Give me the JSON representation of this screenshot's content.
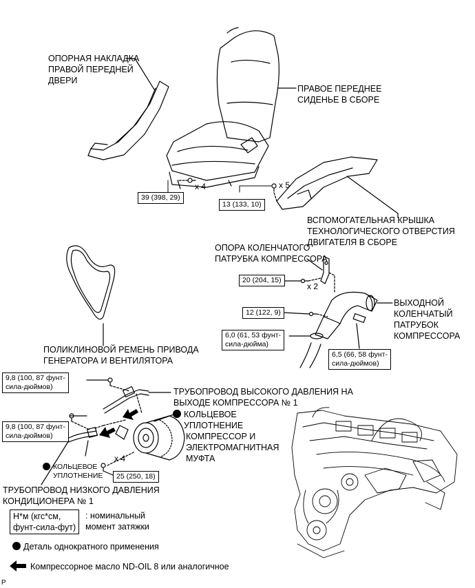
{
  "labels": {
    "door_scuff": "ОПОРНАЯ НАКЛАДКА\nПРАВОЙ ПЕРЕДНЕЙ\nДВЕРИ",
    "seat": "ПРАВОЕ ПЕРЕДНЕЕ\nСИДЕНЬЕ В СБОРЕ",
    "service_cover": "ВСПОМОГАТЕЛЬНАЯ КРЫШКА\nТЕХНОЛОГИЧЕСКОГО ОТВЕРСТИЯ\nДВИГАТЕЛЯ В СБОРЕ",
    "bracket": "ОПОРА КОЛЕНЧАТОГО\nПАТРУБКА КОМПРЕССОРА",
    "outlet_pipe": "ВЫХОДНОЙ\nКОЛЕНЧАТЫЙ\nПАТРУБОК\nКОМПРЕССОРА",
    "belt": "ПОЛИКЛИНОВОЙ РЕМЕНЬ ПРИВОДА\nГЕНЕРАТОРА И ВЕНТИЛЯТОРА",
    "hp_pipe": "ТРУБОПРОВОД ВЫСОКОГО ДАВЛЕНИЯ НА\nВЫХОДЕ КОМПРЕССОРА № 1",
    "o_ring_1": "КОЛЬЦЕВОЕ\nУПЛОТНЕНИЕ",
    "compressor": "КОМПРЕССОР И\nЭЛЕКТРОМАГНИТНАЯ\nМУФТА",
    "o_ring_2": "КОЛЬЦЕВОЕ\nУПЛОТНЕНИЕ",
    "lp_pipe": "ТРУБОПРОВОД НИЗКОГО ДАВЛЕНИЯ\nКОНДИЦИОНЕРА № 1"
  },
  "torques": {
    "seat_bolts": "39 (398, 29)",
    "cover_bolts": "13 (133, 10)",
    "bracket_bolts": "20 (204, 15)",
    "pipe_bolt": "12 (122, 9)",
    "clamp_left": "6,0 (61, 53 фунт-\nсила-дюйма)",
    "clamp_right": "6,5 (66, 58 фунт-\nсила-дюймов)",
    "hp_bolt": "9,8 (100, 87 фунт-\nсила-дюймов)",
    "lp_bolt": "9,8 (100, 87 фунт-\nсила-дюймов)",
    "compressor_bolts": "25 (250, 18)"
  },
  "quantities": {
    "seat": "x 4",
    "cover": "x 5",
    "bracket": "x 2",
    "compressor": "x 4"
  },
  "legend": {
    "torque_unit": "Н*м (кгс*см,\nфунт-сила-фут)",
    "torque_desc": ": номинальный\nмомент затяжки",
    "single_use": "Деталь однократного применения",
    "oil": "Компрессорное масло ND-OIL 8 или аналогичное"
  },
  "corner_mark": "P"
}
